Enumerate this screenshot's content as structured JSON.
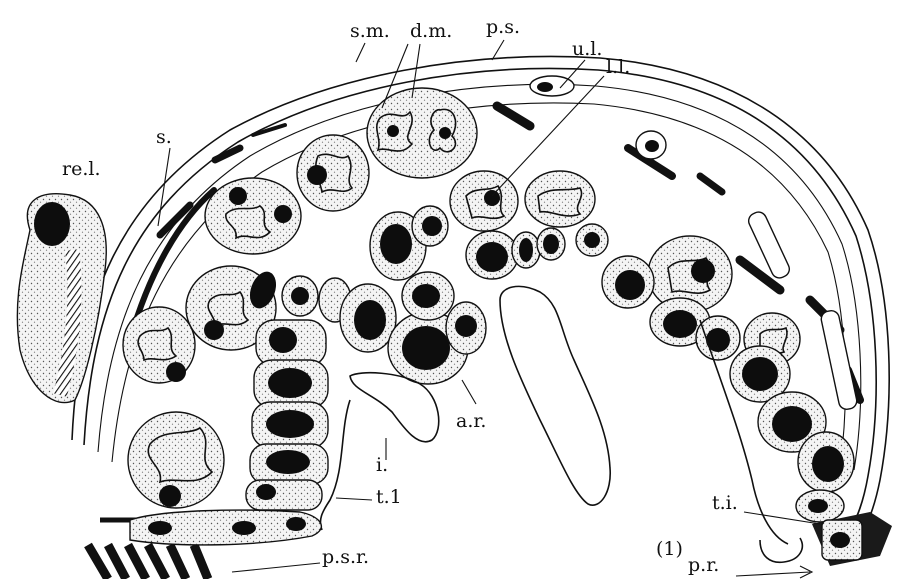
{
  "figure": {
    "labels": {
      "sm": "s.m.",
      "dm": "d.m.",
      "ps": "p.s.",
      "ul": "u.l.",
      "ll": "l.l.",
      "s": "s.",
      "rel": "re.l.",
      "ar": "a.r.",
      "i": "i.",
      "t1": "t.1",
      "ti": "t.i.",
      "one": "(1)",
      "pr": "p.r.",
      "psr": "p.s.r."
    }
  }
}
